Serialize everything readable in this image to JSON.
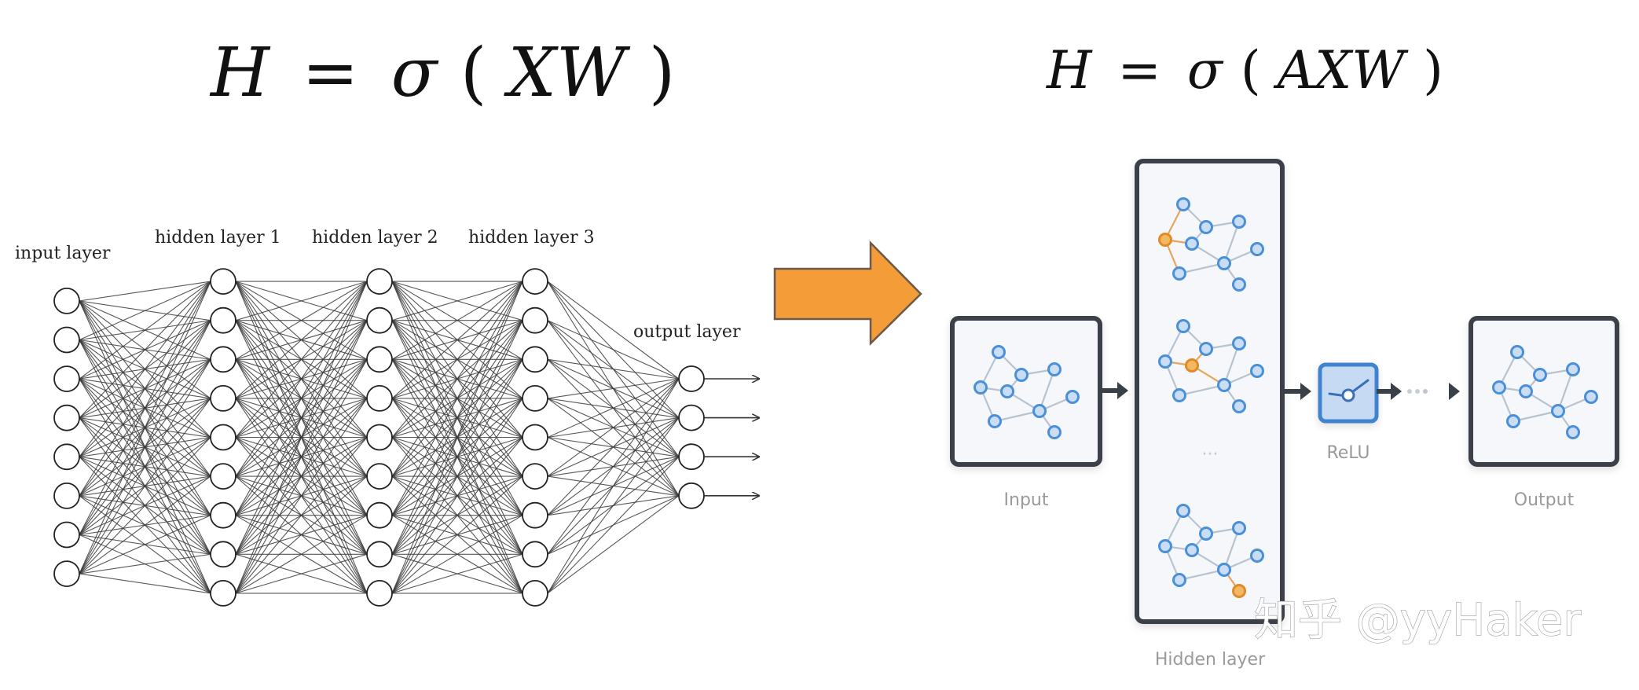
{
  "formulas": {
    "left": {
      "lhs": "H",
      "eq": "=",
      "func": "σ",
      "open": "(",
      "args": "XW",
      "close": ")"
    },
    "right": {
      "lhs": "H",
      "eq": "=",
      "func": "σ",
      "open": "(",
      "args": "AXW",
      "close": ")"
    }
  },
  "mlp": {
    "labels": {
      "input": "input layer",
      "hidden1": "hidden layer 1",
      "hidden2": "hidden layer 2",
      "hidden3": "hidden layer 3",
      "output": "output layer"
    },
    "layer_sizes": [
      8,
      9,
      9,
      9,
      4
    ],
    "output_arrows": 4
  },
  "transition_arrow": {
    "color": "#f39c38",
    "stroke": "#6b5a4a"
  },
  "gcn": {
    "labels": {
      "input": "Input",
      "hidden": "Hidden layer",
      "relu": "ReLU",
      "output": "Output",
      "ellipsis": "···"
    },
    "colors": {
      "node_fill": "#c9def5",
      "node_stroke": "#4a90d9",
      "edge": "#b7c3cf",
      "highlight_fill": "#f5b862",
      "highlight_stroke": "#e08a2a",
      "box_stroke": "#3a4048",
      "box_fill": "#f5f7fa",
      "relu_fill": "#c6dbf3",
      "relu_stroke": "#3f83d0"
    },
    "graph": {
      "nodes": [
        "A",
        "B",
        "C",
        "D",
        "E",
        "F",
        "G",
        "H",
        "I"
      ],
      "edges": [
        [
          "A",
          "D"
        ],
        [
          "A",
          "B"
        ],
        [
          "B",
          "C"
        ],
        [
          "B",
          "E"
        ],
        [
          "D",
          "E"
        ],
        [
          "D",
          "H"
        ],
        [
          "E",
          "G"
        ],
        [
          "C",
          "G"
        ],
        [
          "G",
          "F"
        ],
        [
          "G",
          "I"
        ],
        [
          "H",
          "G"
        ]
      ]
    },
    "hidden_graphs": [
      {
        "highlight_node": "D"
      },
      {
        "highlight_node": "E"
      },
      {
        "highlight_node": "I"
      }
    ]
  },
  "watermark": "知乎 @yyHaker"
}
